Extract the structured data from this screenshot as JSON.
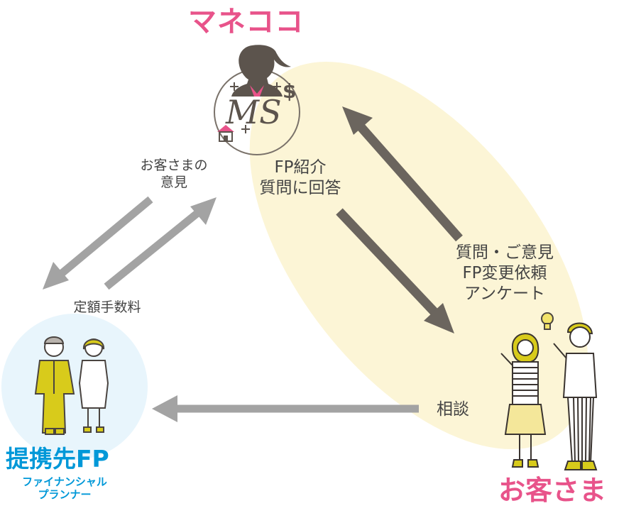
{
  "nodes": {
    "manecoco": {
      "title": "マネココ",
      "logo_text": "MS"
    },
    "customers": {
      "title": "お客さま"
    },
    "partner_fp": {
      "title": "提携先FP",
      "subtitle_line1": "ファイナンシャル",
      "subtitle_line2": "プランナー"
    }
  },
  "edges": {
    "manecoco_to_customer": {
      "line1": "FP紹介",
      "line2": "質問に回答"
    },
    "customer_to_manecoco": {
      "line1": "質問・ご意見",
      "line2": "FP変更依頼",
      "line3": "アンケート"
    },
    "manecoco_to_fp": {
      "line1": "お客さまの",
      "line2": "意見"
    },
    "fp_to_manecoco": {
      "line1": "定額手数料"
    },
    "customer_to_fp": {
      "line1": "相談"
    }
  },
  "colors": {
    "brand_pink": "#e8538a",
    "fp_blue": "#0098d8",
    "arrow_dark": "#6b655e",
    "arrow_gray": "#a3a3a3",
    "ellipse_cream": "#fcf5d6",
    "circle_blue": "#e8f5fc",
    "suit_yellow": "#d8cb1b"
  }
}
